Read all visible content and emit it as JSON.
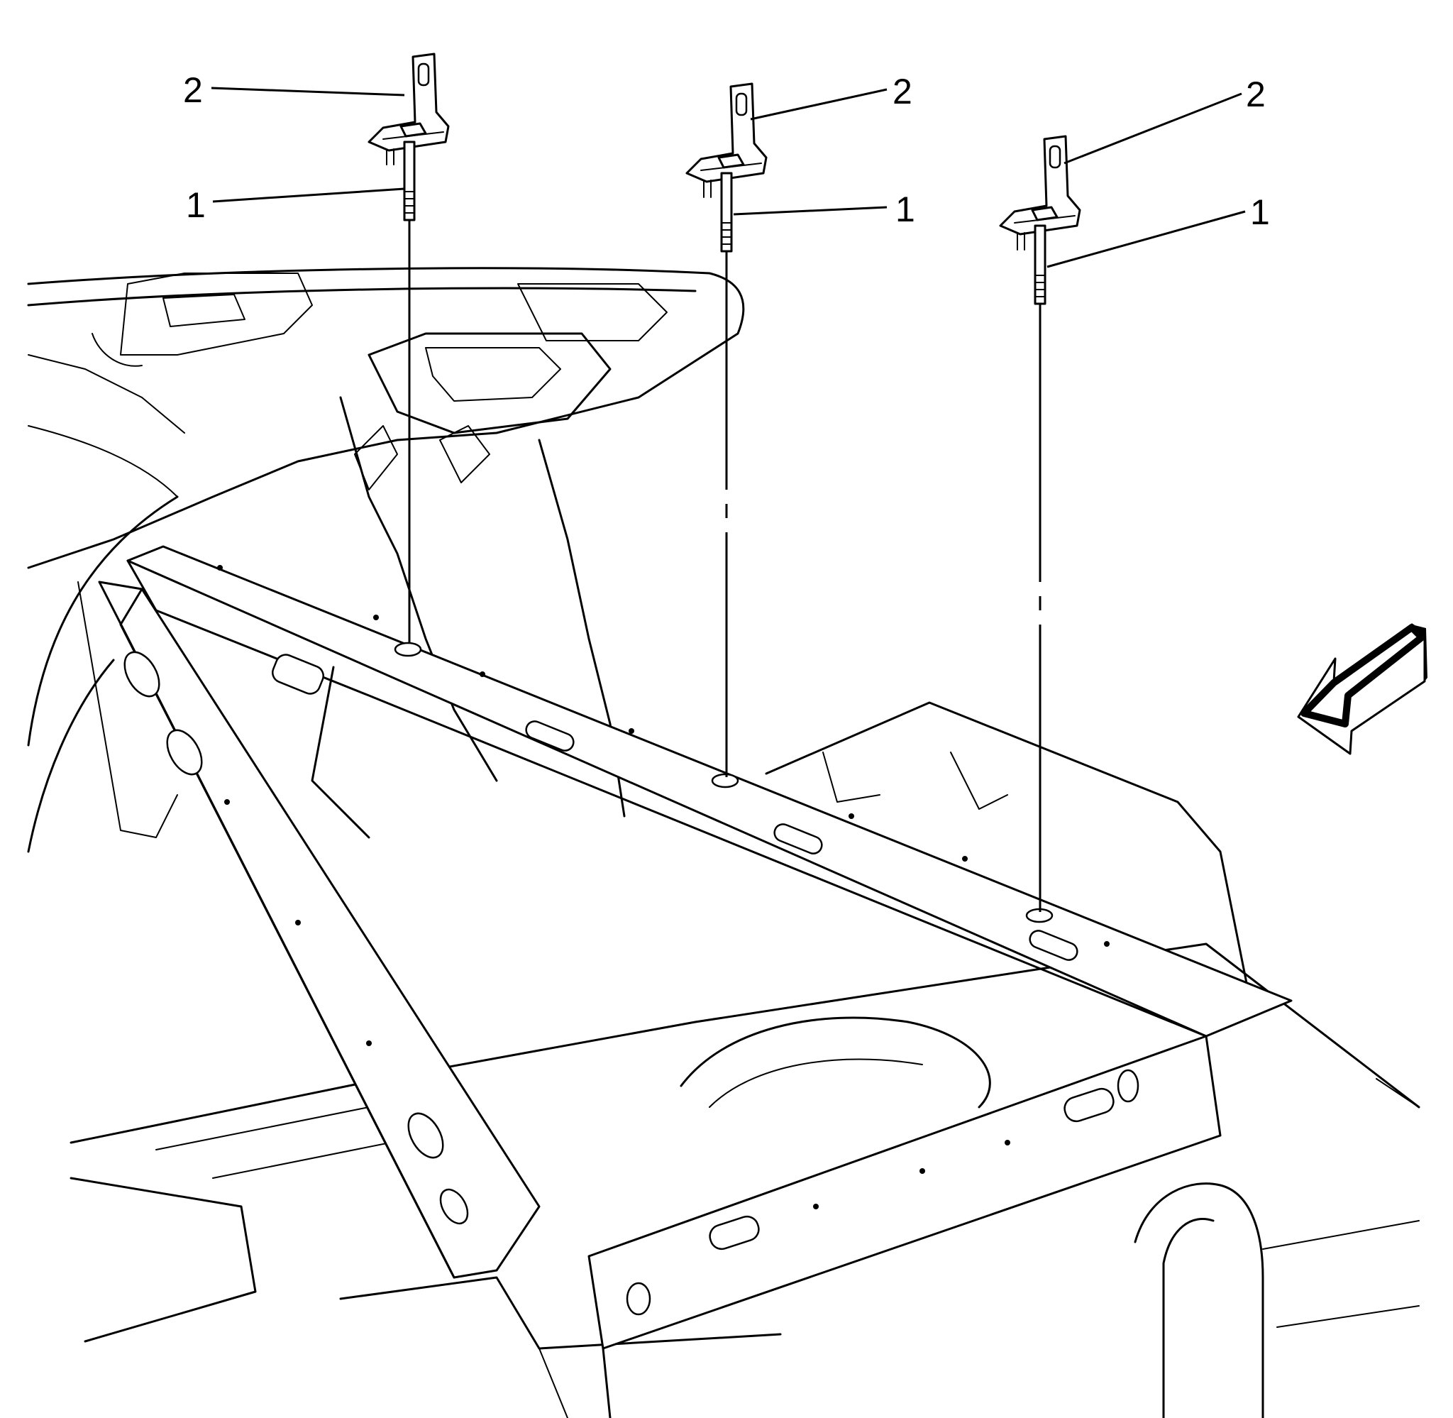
{
  "callouts": [
    {
      "id": "c2a",
      "label": "2"
    },
    {
      "id": "c1a",
      "label": "1"
    },
    {
      "id": "c2b",
      "label": "2"
    },
    {
      "id": "c1b",
      "label": "1"
    },
    {
      "id": "c2c",
      "label": "2"
    },
    {
      "id": "c1c",
      "label": "1"
    }
  ],
  "parts": {
    "1": "stud",
    "2": "bracket"
  },
  "icons": {
    "direction_arrow": "front-direction-arrow-icon"
  }
}
